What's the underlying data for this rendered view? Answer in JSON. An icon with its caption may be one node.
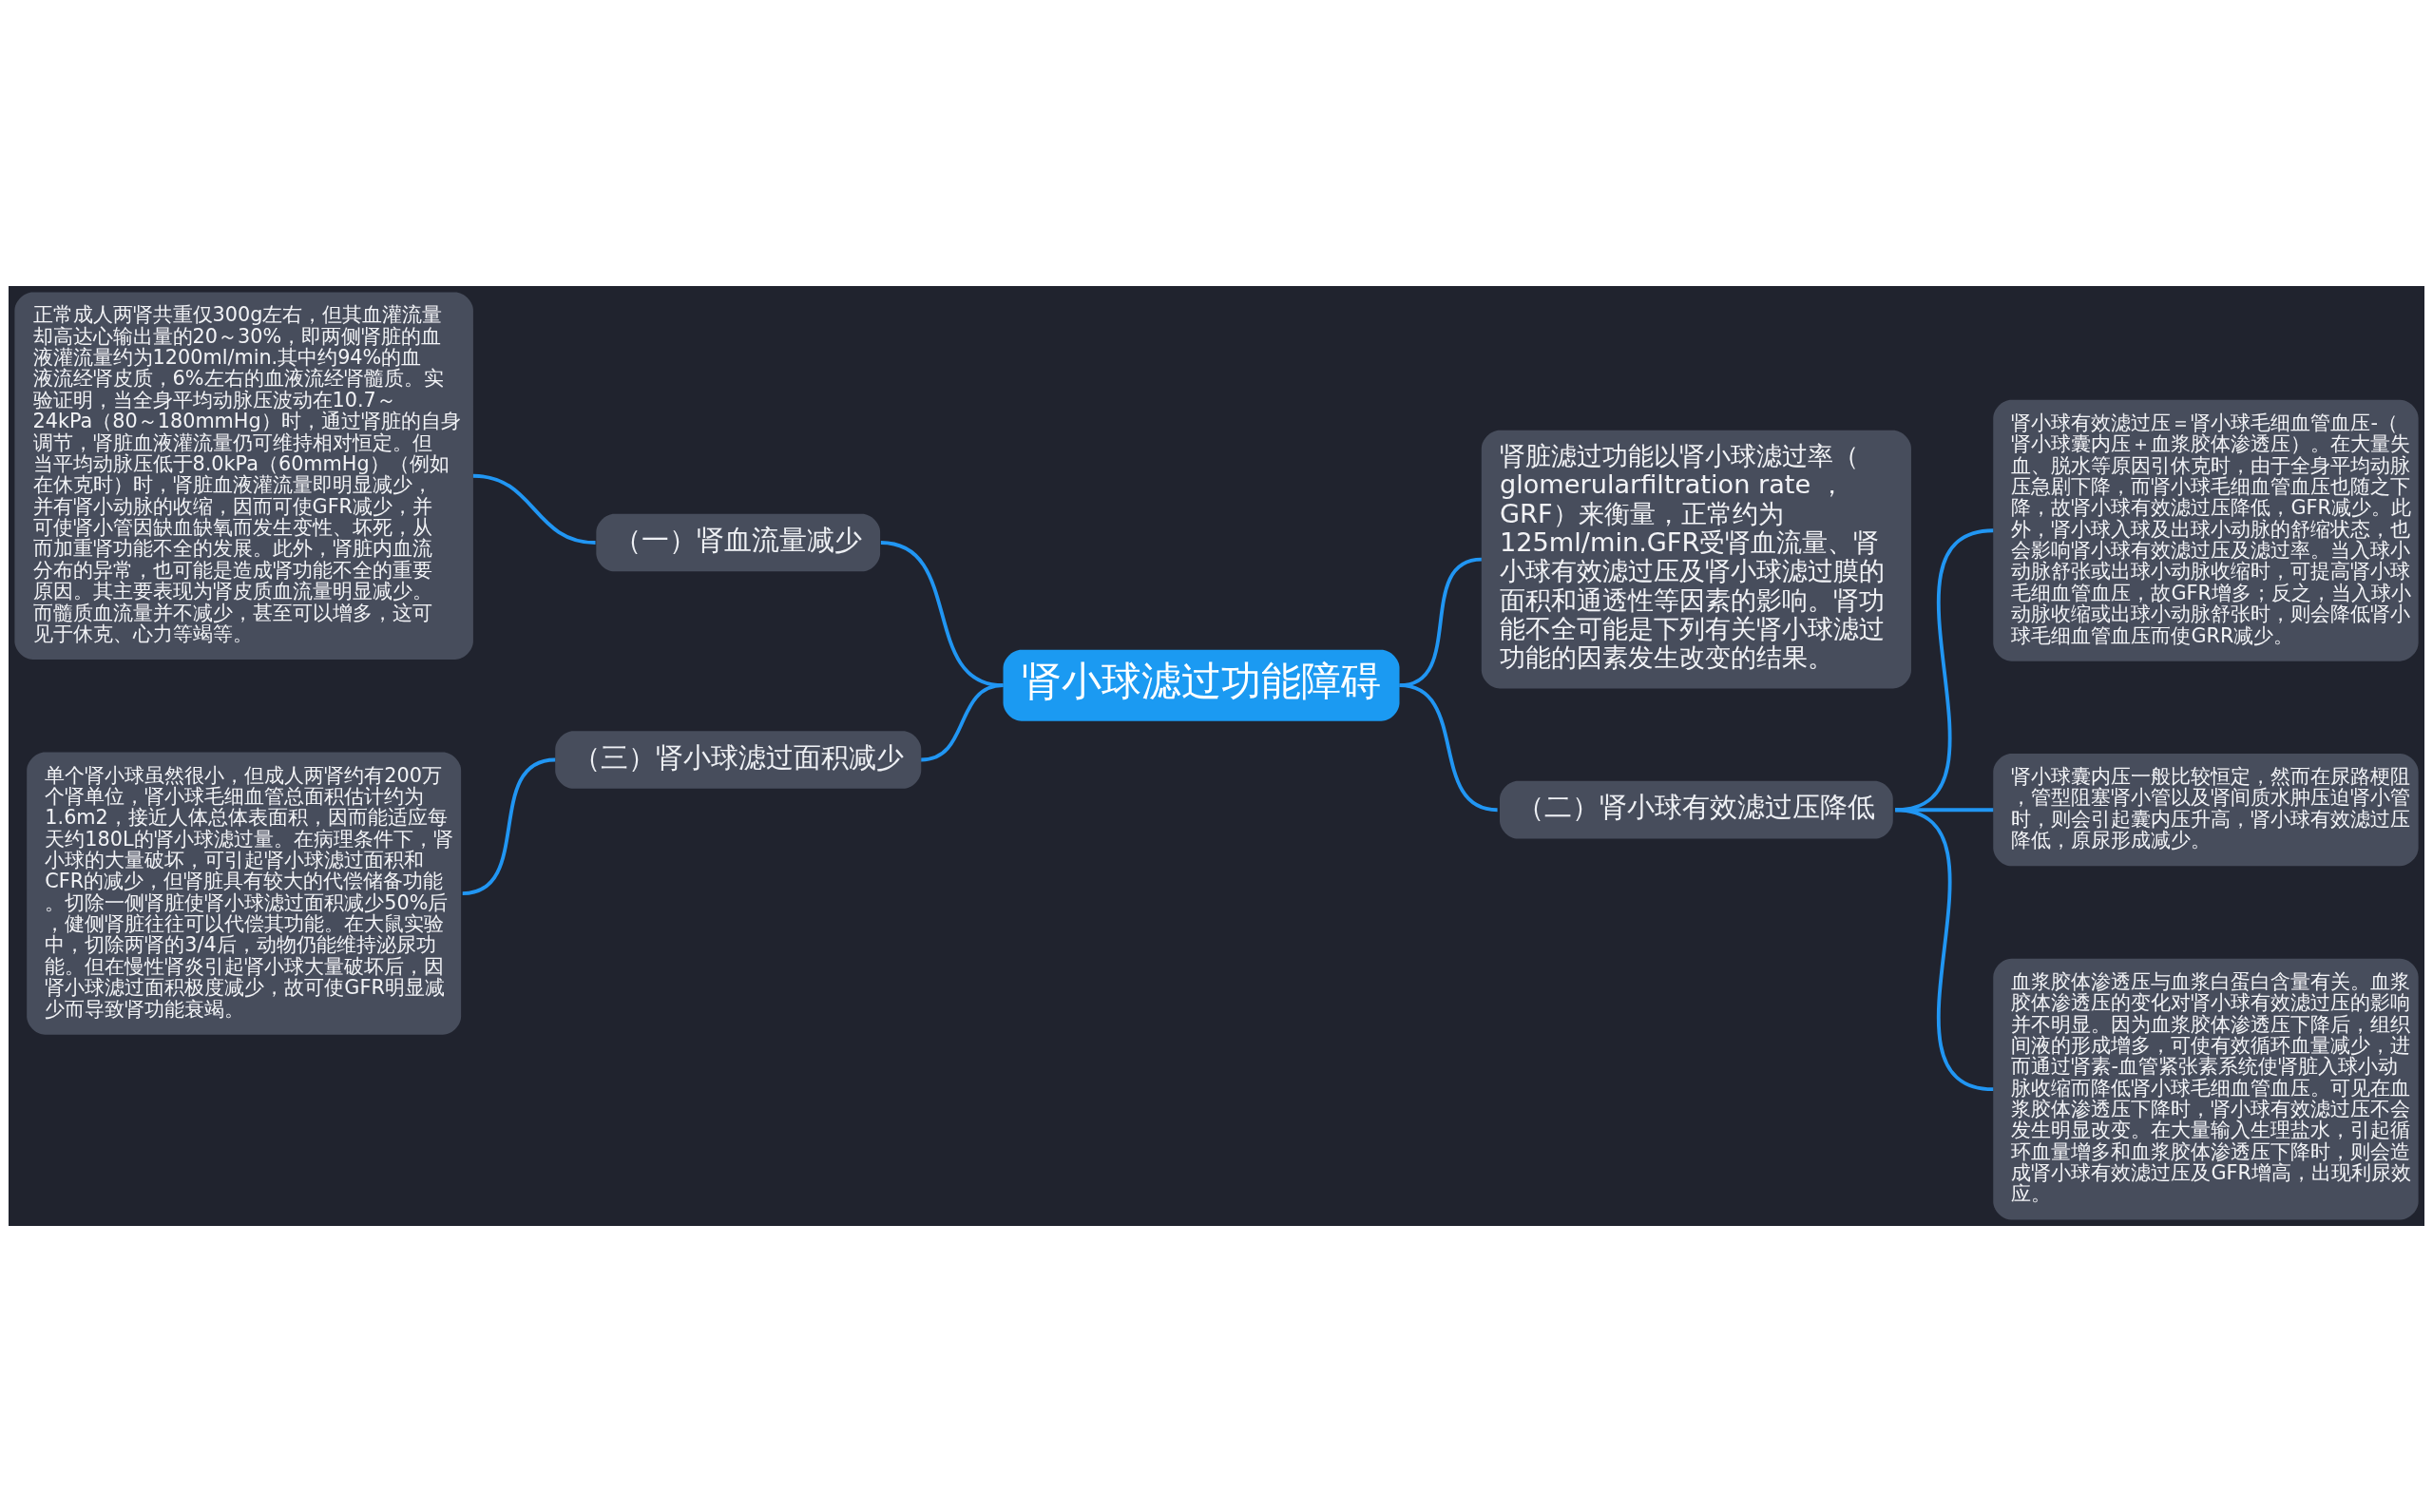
{
  "diagram": {
    "nodes": [
      {
        "text": [
          "肾小球滤过功能障碍"
        ]
      },
      {
        "text": [
          "（一）肾血流量减少"
        ]
      },
      {
        "text": [
          "正常成人两肾共重仅300g左右，但其血灌流量却高达心输出量的20～30%，即两侧肾脏的血液灌流量约为1200ml/min.其中约94%的血液流经肾皮质，6%左右的血液流经肾髓质。实验证明，当全身平均动脉压波动在10.7～24kPa（80～180mmHg）时，通过肾脏的自身调节，肾脏血液灌流量仍可维持相对恒定。但当平均动脉压低于8.0kPa（60mmHg）（例如在休克时）时，肾脏血液灌流量即明显减少，并有肾小动脉的收缩，因而可使GFR减少，并可使肾小管因缺血缺氧而发生变性、坏死，从而加重肾功能不全的发展。此外，肾脏内血流分布的异常，也可能是造成肾功能不全的重要原因。其主要表现为肾皮质血流量明显减少。而髓质血流量并不减少，甚至可以增多，这可见于休克、心力等竭等。"
        ]
      },
      {
        "text": [
          "肾脏滤过功能以肾小球滤过率（glomerularfiltration rate ，GRF）来衡量，正常约为125ml/min.GFR受肾血流量、肾小球有效滤过压及肾小球滤过膜的面积和通透性等因素的影响。肾功能不全可能是下列有关肾小球滤过功能的因素发生改变的结果。"
        ]
      },
      {
        "text": [
          "（二）肾小球有效滤过压降低"
        ]
      },
      {
        "text": [
          "肾小球有效滤过压＝肾小球毛细血管血压-（肾小球囊内压＋血浆胶体渗透压）。在大量失血、脱水等原因引休克时，由于全身平均动脉压急剧下降，而肾小球毛细血管血压也随之下降，故肾小球有效滤过压降低，GFR减少。此外，肾小球入球及出球小动脉的舒缩状态，也会影响肾小球有效滤过压及滤过率。当入球小动脉舒张或出球小动脉收缩时，可提高肾小球毛细血管血压，故GFR增多；反之，当入球小动脉收缩或出球小动脉舒张时，则会降低肾小球毛细血管血压而使GRR减少。"
        ]
      },
      {
        "text": [
          "肾小球囊内压一般比较恒定，然而在尿路梗阻，管型阻塞肾小管以及肾间质水肿压迫肾小管时，则会引起囊内压升高，肾小球有效滤过压降低，原尿形成减少。"
        ]
      },
      {
        "text": [
          "血浆胶体渗透压与血浆白蛋白含量有关。血浆胶体渗透压的变化对肾小球有效滤过压的影响并不明显。因为血浆胶体渗透压下降后，组织间液的形成增多，可使有效循环血量减少，进而通过肾素-血管紧张素系统使肾脏入球小动脉收缩而降低肾小球毛细血管血压。可见在血浆胶体渗透压下降时，肾小球有效滤过压不会发生明显改变。在大量输入生理盐水，引起循环血量增多和血浆胶体渗透压下降时，则会造成肾小球有效滤过压及GFR增高，出现利尿效应。"
        ]
      },
      {
        "text": [
          "（三）肾小球滤过面积减少"
        ]
      },
      {
        "text": [
          "单个肾小球虽然很小，但成人两肾约有200万个肾单位，肾小球毛细血管总面积估计约为1.6m2，接近人体总体表面积，因而能适应每天约180L的肾小球滤过量。在病理条件下，肾小球的大量破坏，可引起肾小球滤过面积和CFR的减少，但肾脏具有较大的代偿储备功能。切除一侧肾脏使肾小球滤过面积减少50%后，健侧肾脏往往可以代偿其功能。在大鼠实验中，切除两肾的3/4后，动物仍能维持泌尿功能。但在慢性肾炎引起肾小球大量破坏后，因肾小球滤过面积极度减少，故可使GFR明显减少而导致肾功能衰竭。"
        ]
      }
    ],
    "edges": [
      {
        "from": 0,
        "to": 1,
        "arrow": "none"
      },
      {
        "from": 1,
        "to": 2,
        "arrow": "none"
      },
      {
        "from": 0,
        "to": 3,
        "arrow": "none"
      },
      {
        "from": 0,
        "to": 4,
        "arrow": "none"
      },
      {
        "from": 4,
        "to": 5,
        "arrow": "none"
      },
      {
        "from": 4,
        "to": 6,
        "arrow": "none"
      },
      {
        "from": 4,
        "to": 7,
        "arrow": "none"
      },
      {
        "from": 0,
        "to": 8,
        "arrow": "none"
      },
      {
        "from": 8,
        "to": 9,
        "arrow": "none"
      }
    ]
  }
}
